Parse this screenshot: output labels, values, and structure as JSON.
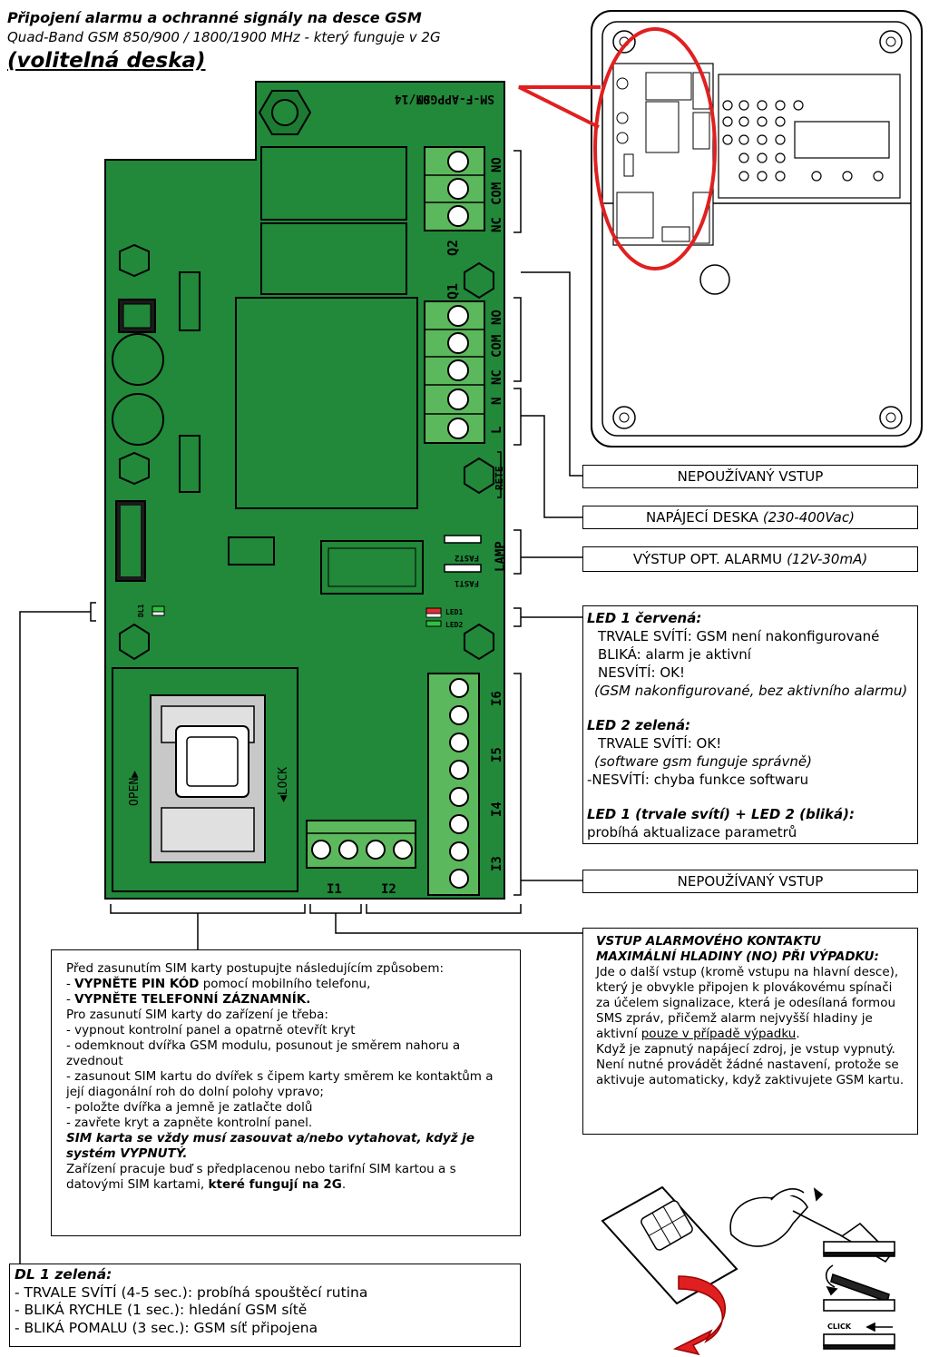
{
  "header": {
    "title": "Připojení alarmu a ochranné signály na desce GSM",
    "subtitle": "Quad-Band GSM 850/900 / 1800/1900 MHz - který funguje v 2G",
    "optional": "(volitelná deska)"
  },
  "pcb": {
    "board_code": "SM-F-APPGSM",
    "board_rev": "07/14",
    "q2": "Q2",
    "q1": "Q1",
    "nc": "NC",
    "com": "COM",
    "no": "NO",
    "n": "N",
    "l": "L",
    "rete": "RETE",
    "lamp": "LAMP",
    "fast2": "FAST2",
    "fast1": "FAST1",
    "dl1": "DL1",
    "led1": "LED1",
    "led2": "LED2",
    "i6": "I6",
    "i5": "I5",
    "i4": "I4",
    "i3": "I3",
    "i1": "I1",
    "i2": "I2",
    "open": "OPEN▶",
    "lock": "◀LOCK"
  },
  "labels": {
    "unused_input_1": "NEPOUŽÍVANÝ VSTUP",
    "power_board": "NAPÁJECÍ DESKA",
    "power_board_spec": "(230-400Vac)",
    "alarm_output": "VÝSTUP OPT. ALARMU",
    "alarm_output_spec": "(12V-30mA)",
    "unused_input_2": "NEPOUŽÍVANÝ VSTUP"
  },
  "led_info": {
    "led1_title": "LED 1 červená:",
    "led1_on": "TRVALE SVÍTÍ: GSM není nakonfigurované",
    "led1_blink": "BLIKÁ: alarm je aktivní",
    "led1_off": "NESVÍTÍ: OK!",
    "led1_off_note": "(GSM nakonfigurované, bez aktivního alarmu)",
    "led2_title": "LED 2 zelená:",
    "led2_on": "TRVALE SVÍTÍ: OK!",
    "led2_on_note": "(software gsm funguje správně)",
    "led2_off": "-NESVÍTÍ: chyba funkce softwaru",
    "combo_title": "LED 1 (trvale svítí) + LED 2 (bliká):",
    "combo_text": "probíhá aktualizace parametrů"
  },
  "alarm_input": {
    "title1": "VSTUP ALARMOVÉHO KONTAKTU",
    "title2": "MAXIMÁLNÍ HLADINY (NO) PŘI VÝPADKU:",
    "p1": "Jde o další vstup (kromě vstupu na hlavní desce), který je obvykle připojen k plovákovému spínači za účelem signalizace, která je odesílaná formou SMS zpráv, přičemž alarm nejvyšší hladiny je aktivní",
    "p1_underlined": "pouze v případě výpadku",
    "p1_end": ".",
    "p2": "Když je zapnutý napájecí zdroj, je vstup vypnutý. Není nutné provádět žádné nastavení, protože se aktivuje automaticky, když zaktivujete GSM kartu."
  },
  "sim_instructions": {
    "intro": "Před zasunutím SIM karty postupujte následujícím způsobem:",
    "s1_bold": "VYPNĚTE PIN KÓD",
    "s1_rest": "pomocí mobilního telefonu,",
    "s2_bold": "VYPNĚTE TELEFONNÍ ZÁZNAMNÍK.",
    "intro2": "Pro zasunutí SIM karty do zařízení je třeba:",
    "step1": "- vypnout kontrolní panel a opatrně otevřít kryt",
    "step2": "- odemknout dvířka GSM modulu, posunout je směrem nahoru a zvednout",
    "step3": "- zasunout SIM kartu do dvířek s čipem karty směrem ke kontaktům a její diagonální roh do dolní polohy vpravo;",
    "step4": "- položte dvířka a jemně je zatlačte dolů",
    "step5": "- zavřete kryt a zapněte kontrolní panel.",
    "warning": "SIM karta se vždy musí zasouvat a/nebo vytahovat, když je systém VYPNUTÝ.",
    "footer": "Zařízení pracuje buď s předplacenou nebo tarifní SIM kartou  a s datovými SIM kartami,",
    "footer_bold": "které fungují na 2G",
    "footer_end": "."
  },
  "dl1": {
    "title": "DL 1 zelená:",
    "l1": "- TRVALE SVÍTÍ (4-5 sec.): probíhá spouštěcí rutina",
    "l2": "- BLIKÁ RYCHLE (1 sec.): hledání GSM sítě",
    "l3": "- BLIKÁ POMALU (3 sec.): GSM síť připojena"
  },
  "insert_diagram": {
    "click": "CLICK"
  },
  "colors": {
    "pcb_green": "#22883a",
    "terminal_green": "#5cb85c",
    "callout_red": "#e02020",
    "led_red": "#e03030",
    "led_green": "#30c040"
  }
}
